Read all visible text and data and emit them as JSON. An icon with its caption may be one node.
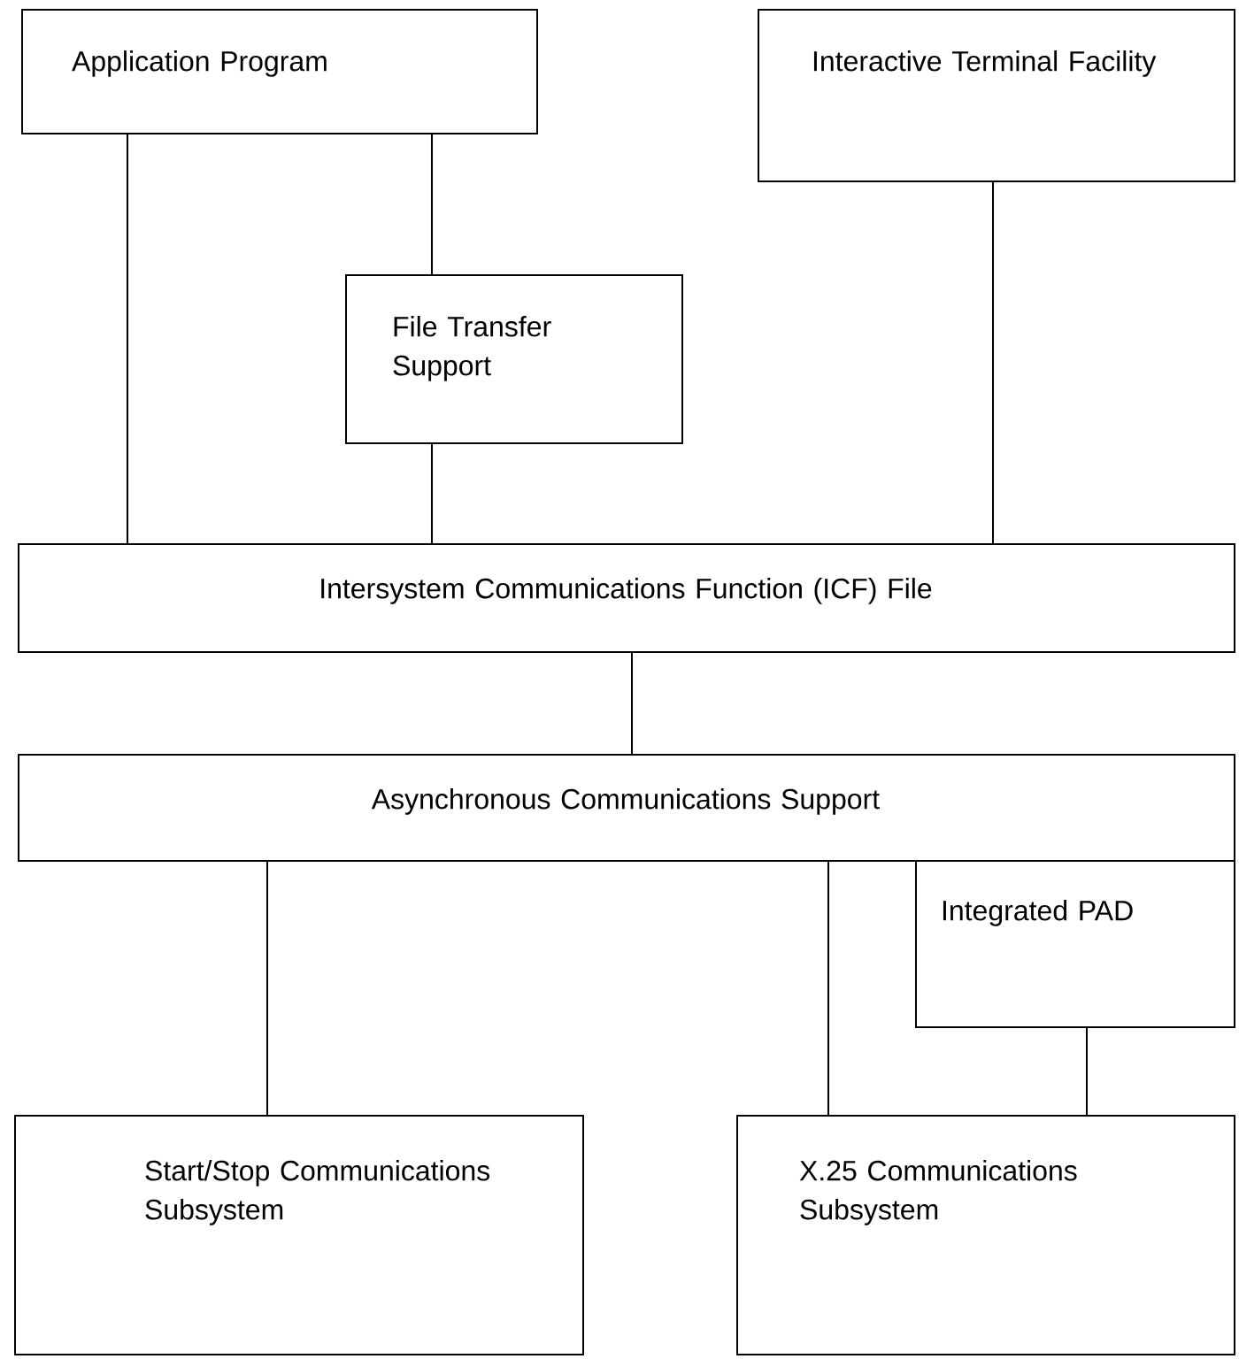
{
  "diagram": {
    "nodes": [
      {
        "text": [
          "Application Program"
        ]
      },
      {
        "text": [
          "Interactive Terminal Facility"
        ]
      },
      {
        "text": [
          "File Transfer Support"
        ]
      },
      {
        "text": [
          "Intersystem Communications Function (ICF) File"
        ]
      },
      {
        "text": [
          "Asynchronous Communications Support"
        ]
      },
      {
        "text": [
          "Integrated PAD"
        ]
      },
      {
        "text": [
          "Start/Stop Communications Subsystem"
        ]
      },
      {
        "text": [
          "X.25 Communications Subsystem"
        ]
      }
    ],
    "edges": [
      {
        "from": 0,
        "to": 3,
        "arrow": "none"
      },
      {
        "from": 0,
        "to": 2,
        "arrow": "none"
      },
      {
        "from": 2,
        "to": 3,
        "arrow": "none"
      },
      {
        "from": 1,
        "to": 3,
        "arrow": "none"
      },
      {
        "from": 3,
        "to": 4,
        "arrow": "none"
      },
      {
        "from": 4,
        "to": 6,
        "arrow": "none"
      },
      {
        "from": 4,
        "to": 7,
        "arrow": "none"
      },
      {
        "from": 5,
        "to": 7,
        "arrow": "none"
      }
    ]
  }
}
